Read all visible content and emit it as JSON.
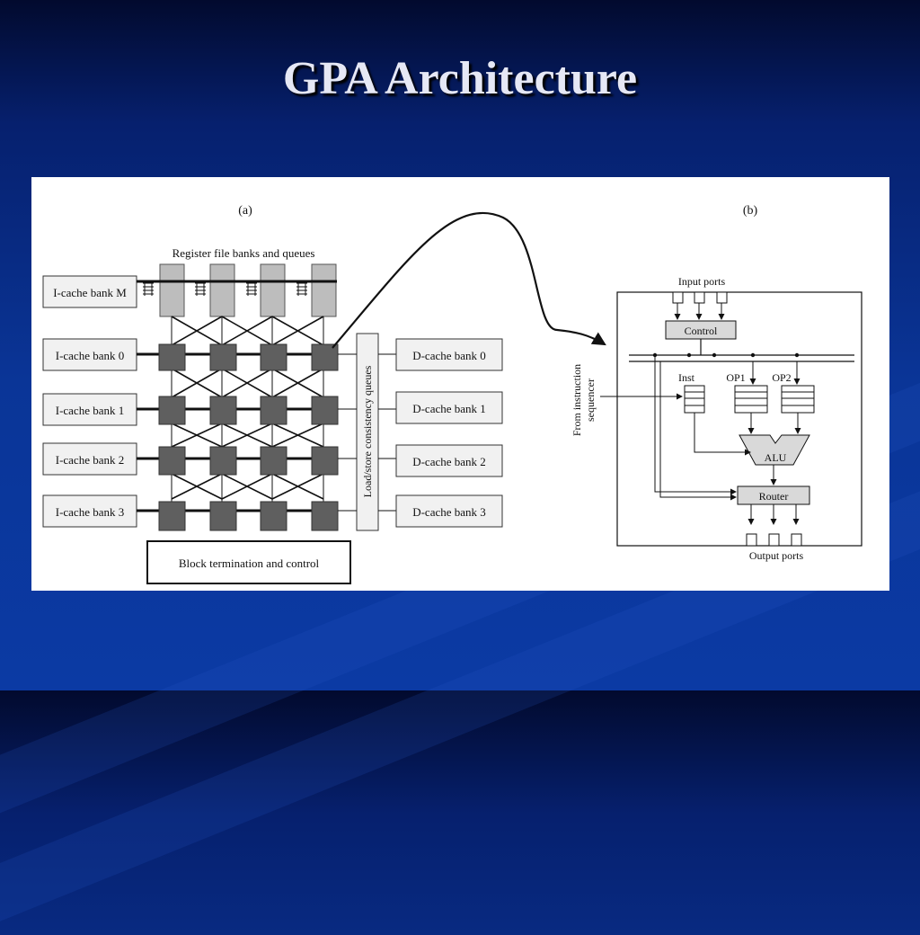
{
  "slide": {
    "title": "GPA Architecture",
    "colors": {
      "background": "#0a3597",
      "title": "#e6e8f5",
      "figure_bg": "#ffffff"
    }
  },
  "diagram_a": {
    "label": "(a)",
    "register_label": "Register file banks and queues",
    "icache_banks": [
      "I-cache bank M",
      "I-cache bank 0",
      "I-cache bank 1",
      "I-cache bank 2",
      "I-cache bank 3"
    ],
    "dcache_banks": [
      "D-cache bank 0",
      "D-cache bank 1",
      "D-cache bank 2",
      "D-cache bank 3"
    ],
    "lsq_label": "Load/store consistency queues",
    "block_label": "Block termination and control"
  },
  "diagram_b": {
    "label": "(b)",
    "input_ports": "Input ports",
    "control": "Control",
    "from_sequencer_line1": "From instruction",
    "from_sequencer_line2": "sequencer",
    "inst": "Inst",
    "op1": "OP1",
    "op2": "OP2",
    "alu": "ALU",
    "router": "Router",
    "output_ports": "Output ports"
  }
}
